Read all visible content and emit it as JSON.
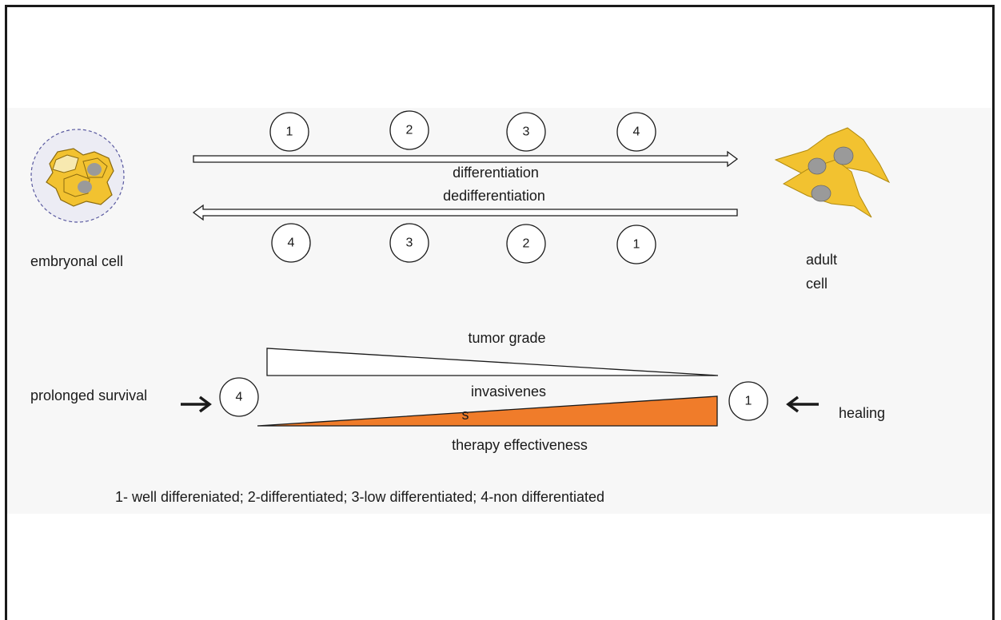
{
  "labels": {
    "embryonal_cell": "embryonal cell",
    "adult_cell_line1": "adult",
    "adult_cell_line2": "cell",
    "differentiation": "differentiation",
    "dedifferentiation": "dedifferentiation",
    "tumor_grade": "tumor grade",
    "invasiveness_line1": "invasivenes",
    "invasiveness_line2": "s",
    "therapy_effectiveness": "therapy effectiveness",
    "prolonged_survival": "prolonged survival",
    "healing": "healing",
    "legend": "1- well differeniated;  2-differentiated; 3-low differentiated; 4-non differentiated"
  },
  "differentiation_stages": [
    "1",
    "2",
    "3",
    "4"
  ],
  "dedifferentiation_stages": [
    "4",
    "3",
    "2",
    "1"
  ],
  "left_stage": "4",
  "right_stage": "1",
  "colors": {
    "cell_yellow": "#f2c230",
    "cell_nucleus": "#9a9a9a",
    "therapy_wedge": "#f07c2a",
    "outline": "#1a1a1a",
    "panel_bg": "#f7f7f7"
  }
}
